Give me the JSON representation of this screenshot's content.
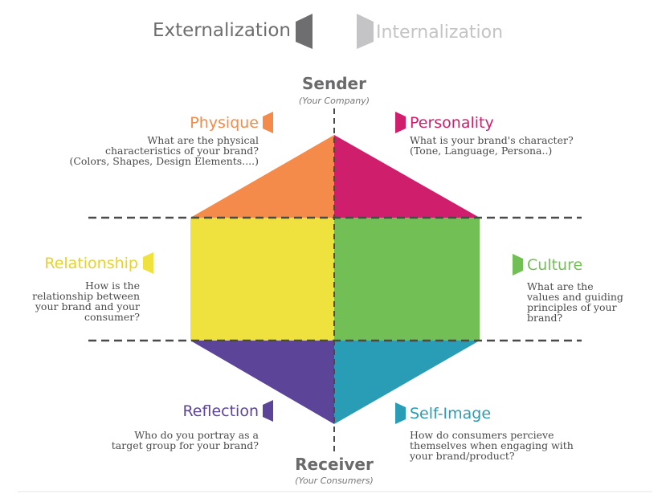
{
  "header": {
    "externalization": "Externalization",
    "internalization": "Internalization"
  },
  "axis": {
    "sender": "Sender",
    "sender_sub": "(Your Company)",
    "receiver": "Receiver",
    "receiver_sub": "(Your Consumers)"
  },
  "facets": {
    "physique": {
      "title": "Physique",
      "description": "What are the physical\ncharacteristics of your brand?\n(Colors, Shapes, Design Elements....)",
      "color": "#f48b4b"
    },
    "personality": {
      "title": "Personality",
      "description": "What is your brand's character?\n(Tone, Language, Persona..)",
      "color": "#cf1f6c"
    },
    "relationship": {
      "title": "Relationship",
      "description": "How is the\nrelationship between\nyour brand and your\nconsumer?",
      "color": "#f0e23e"
    },
    "culture": {
      "title": "Culture",
      "description": "What are the\nvalues and guiding\nprinciples of your\nbrand?",
      "color": "#72bf55"
    },
    "reflection": {
      "title": "Reflection",
      "description": "Who do you portray as a\ntarget group for your brand?",
      "color": "#5c4599"
    },
    "self_image": {
      "title": "Self-Image",
      "description": "How do consumers percieve\nthemselves when engaging with\nyour brand/product?",
      "color": "#2a9db6"
    }
  },
  "colors": {
    "external_marker": "#6e6e70",
    "internal_marker": "#c4c4c6",
    "axis_text": "#6a6a6c",
    "dash": "#4a4a4a"
  }
}
